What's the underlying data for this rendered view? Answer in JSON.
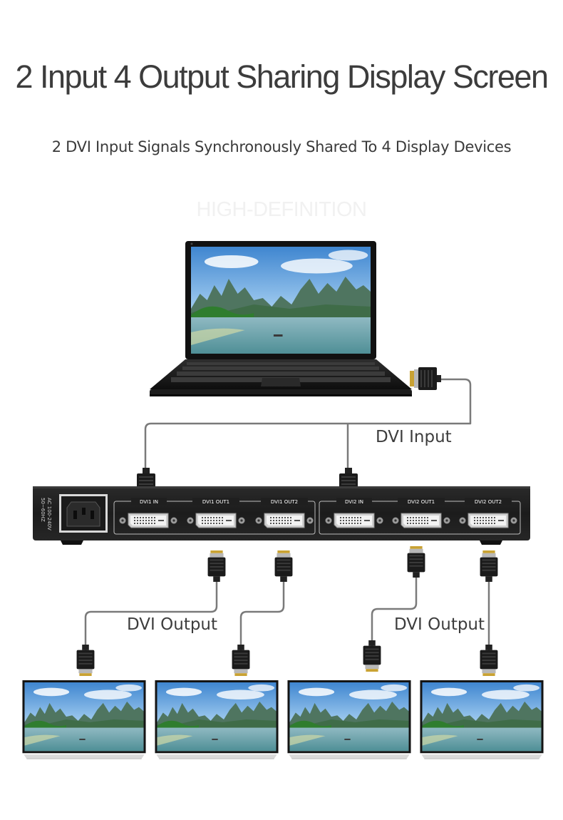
{
  "header": {
    "title": "2 Input 4 Output Sharing Display Screen",
    "subtitle": "2 DVI Input Signals Synchronously Shared To 4 Display Devices",
    "watermark": "HIGH-DEFINITION"
  },
  "callouts": {
    "input": "DVI Input",
    "output_left": "DVI Output",
    "output_right": "DVI Output"
  },
  "device": {
    "power_label_1": "AC 100-240V",
    "power_label_2": "50~60HZ",
    "ports": {
      "dvi1_in": "DVI1 IN",
      "dvi1_out1": "DVI1 OUT1",
      "dvi1_out2": "DVI1 OUT2",
      "dvi2_in": "DVI2 IN",
      "dvi2_out1": "DVI2 OUT1",
      "dvi2_out2": "DVI2 OUT2"
    }
  },
  "colors": {
    "device_body": "#1f1f1f",
    "cable": "#7a7a7a",
    "connector_gold": "#c9a233",
    "sky": "#5f9fd8",
    "water": "#6fa7b4"
  },
  "icons": [
    "laptop-icon",
    "monitor-icon",
    "dvi-connector-icon",
    "power-socket-icon"
  ]
}
